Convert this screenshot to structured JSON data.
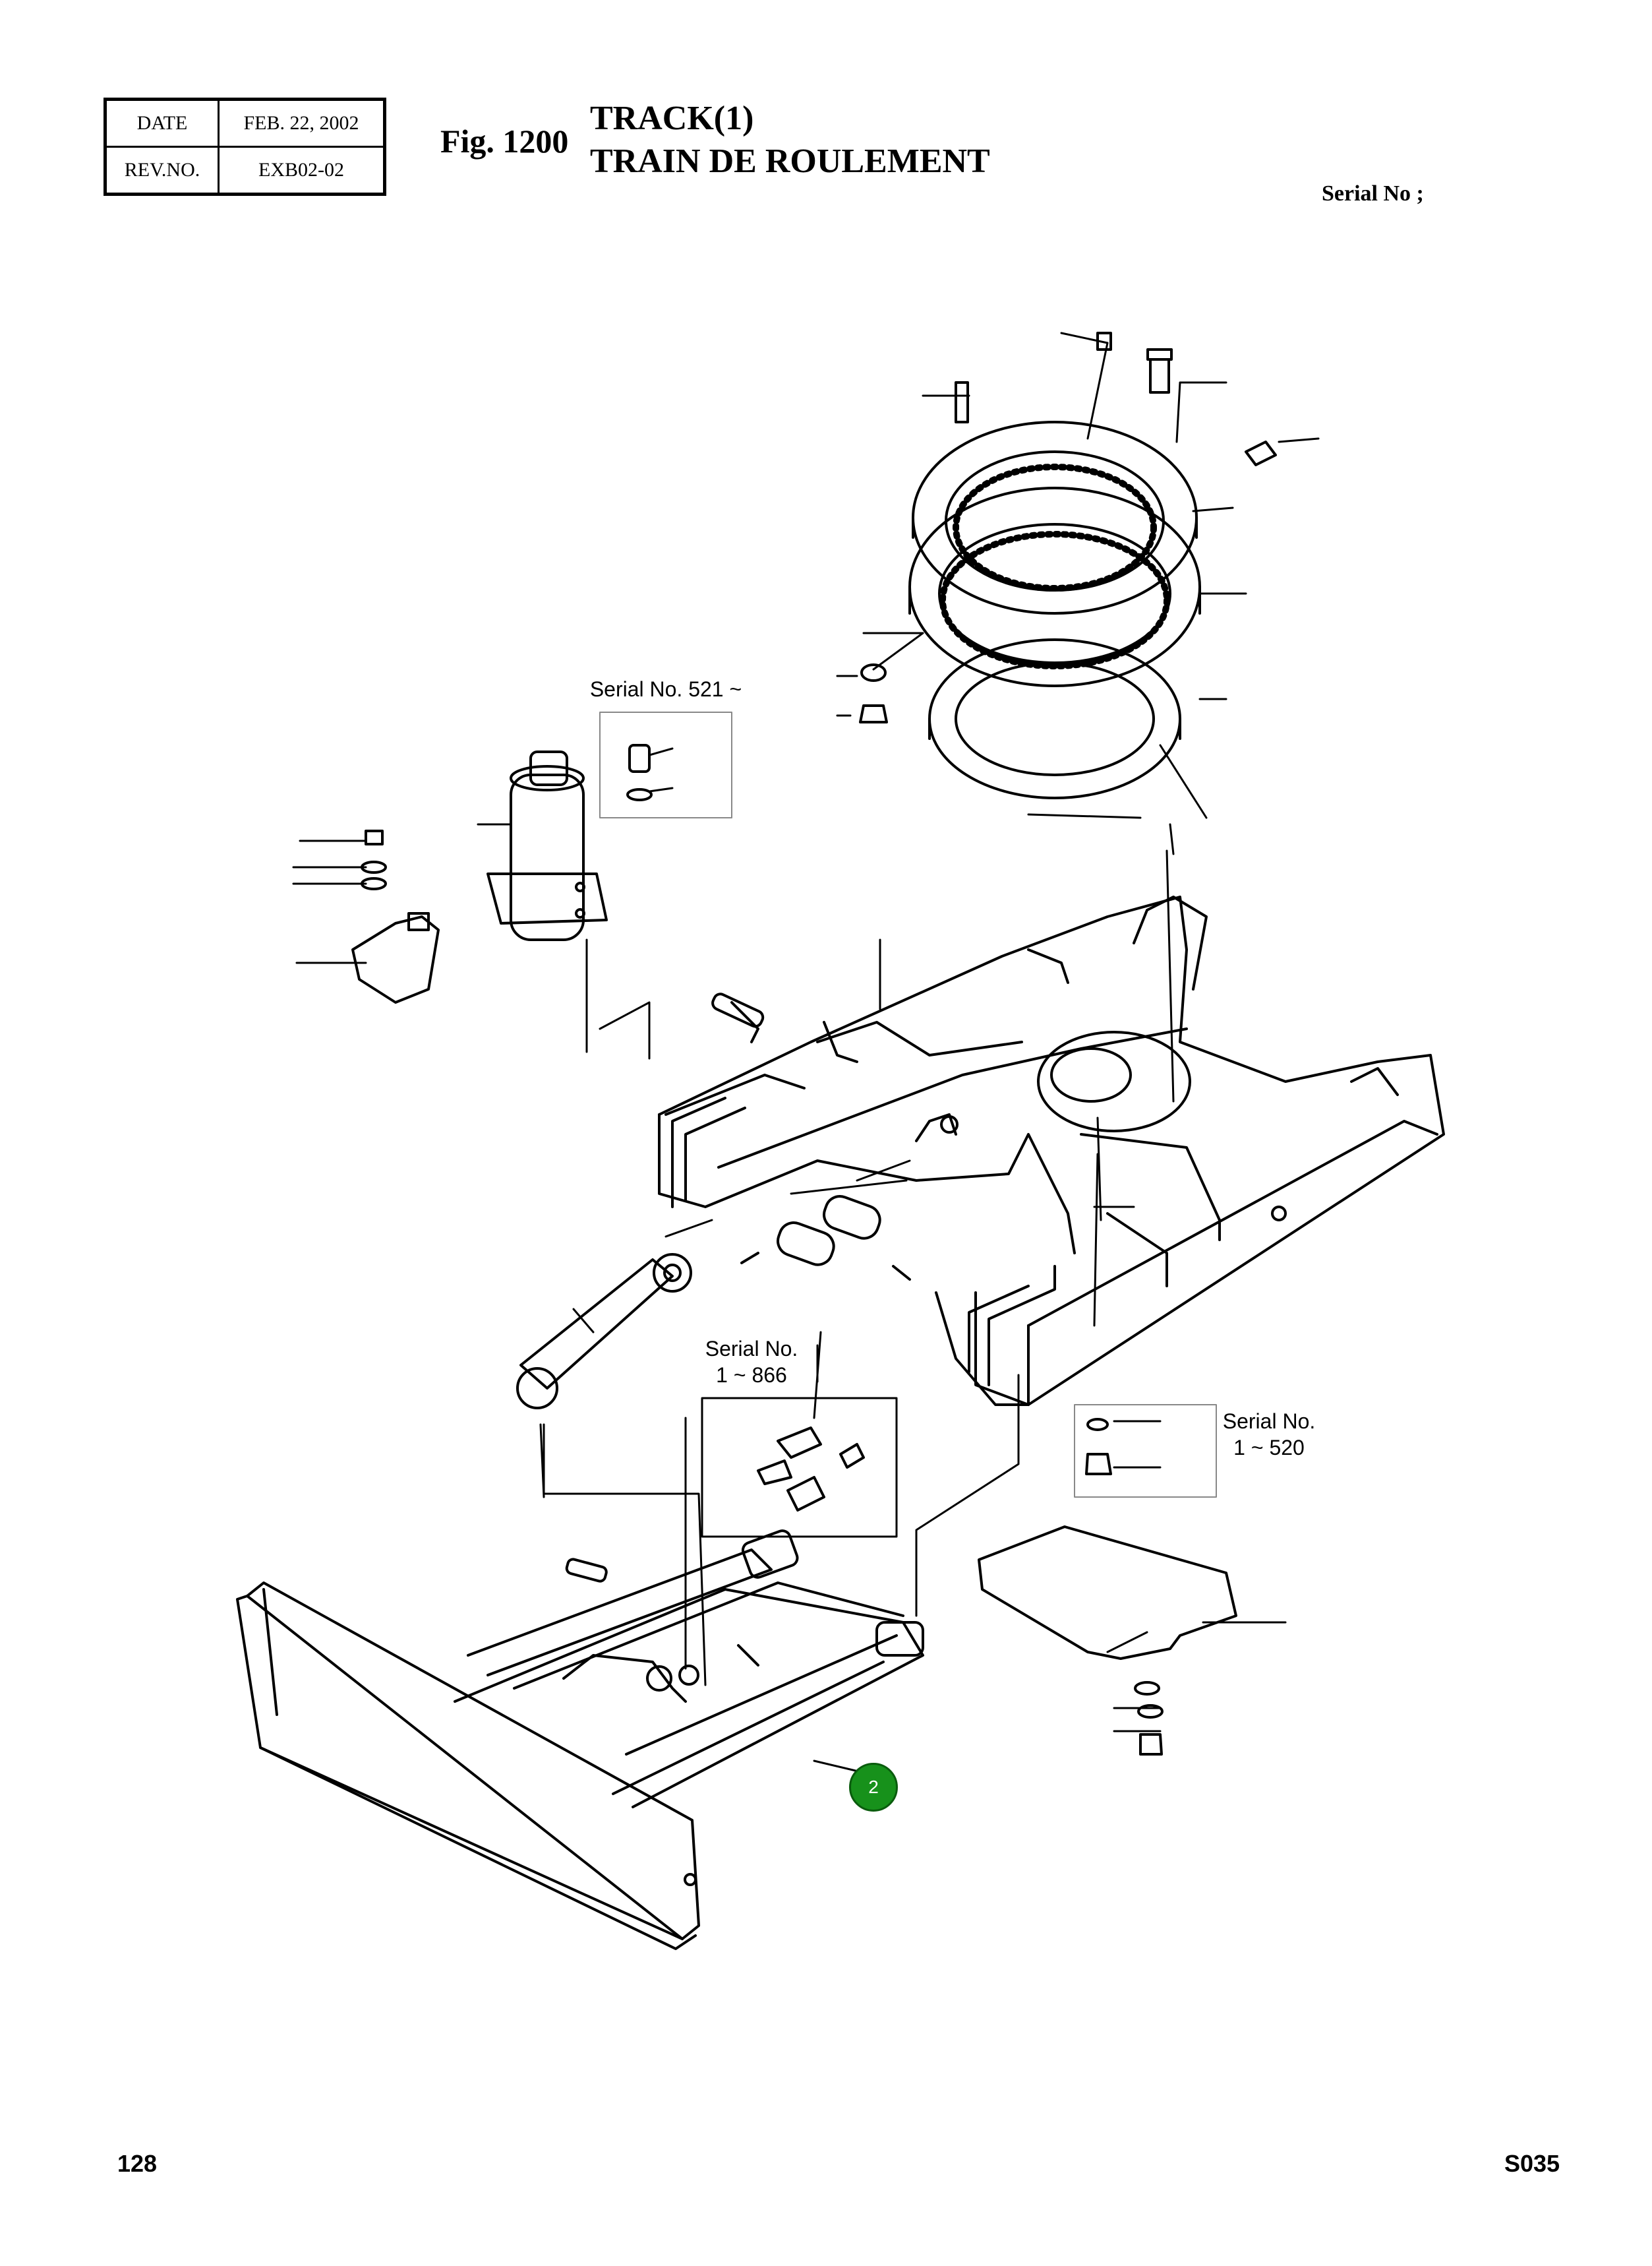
{
  "header": {
    "date_label": "DATE",
    "date_value": "FEB. 22, 2002",
    "rev_label": "REV.NO.",
    "rev_value": "EXB02-02"
  },
  "figure": {
    "number": "Fig. 1200",
    "title_line1": "TRACK(1)",
    "title_line2": "TRAIN DE ROULEMENT",
    "serial_heading": "Serial No ;"
  },
  "notes": {
    "serial_521": "Serial No. 521 ~",
    "serial_866_line1": "Serial No.",
    "serial_866_line2": "1 ~ 866",
    "serial_520_line1": "Serial No.",
    "serial_520_line2": "1 ~ 520"
  },
  "callout": {
    "label": "2"
  },
  "footer": {
    "page_number": "128",
    "code": "S035"
  }
}
